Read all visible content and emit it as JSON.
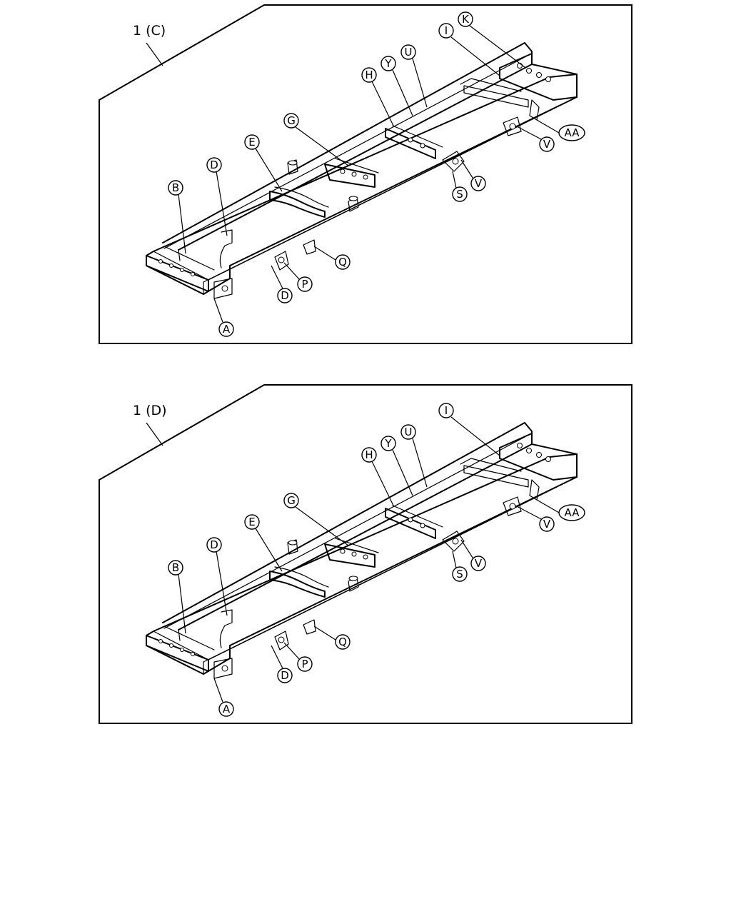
{
  "panels": [
    {
      "title": "1 (C)",
      "callouts": [
        "K",
        "I",
        "U",
        "Y",
        "H",
        "G",
        "E",
        "D",
        "B",
        "AA",
        "V",
        "V",
        "S",
        "Q",
        "P",
        "D",
        "A"
      ]
    },
    {
      "title": "1 (D)",
      "callouts": [
        "I",
        "U",
        "Y",
        "H",
        "G",
        "E",
        "D",
        "B",
        "AA",
        "V",
        "V",
        "S",
        "Q",
        "P",
        "D",
        "A"
      ]
    }
  ]
}
